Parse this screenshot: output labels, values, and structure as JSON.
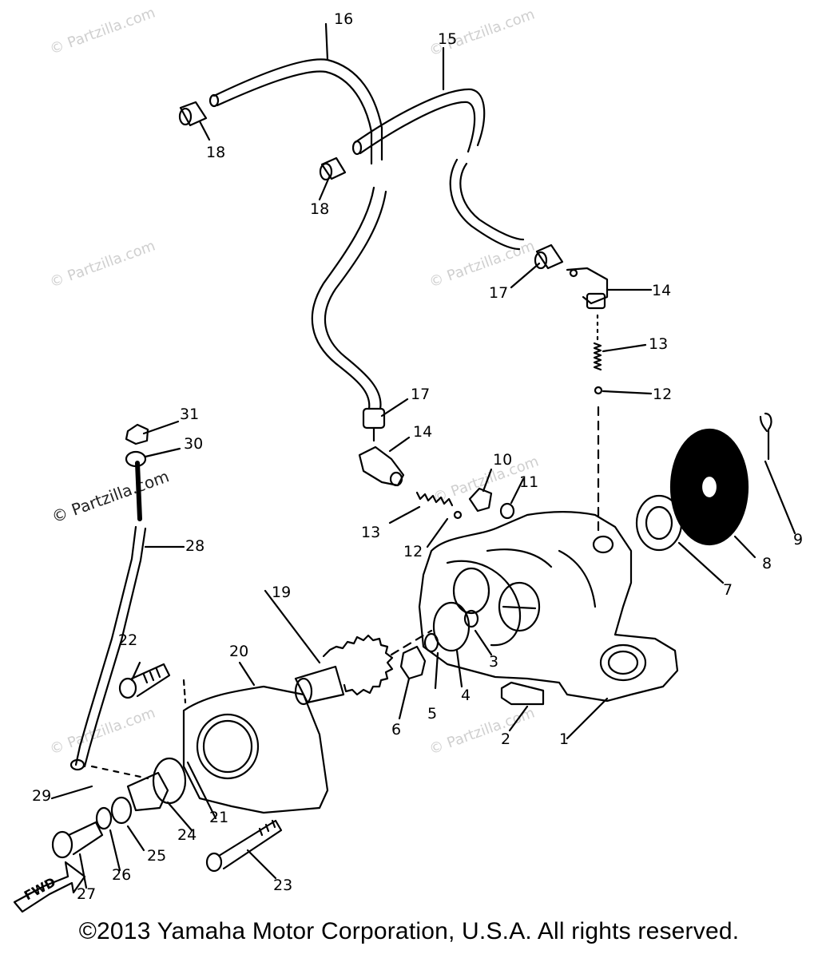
{
  "watermark": {
    "text": "© Partzilla.com",
    "prominent_text": "© Partzilla.com"
  },
  "fwd_label": "FWD",
  "copyright": "©2013  Yamaha Motor Corporation, U.S.A. All rights reserved.",
  "labels": {
    "l1": "1",
    "l2": "2",
    "l3": "3",
    "l4": "4",
    "l5": "5",
    "l6": "6",
    "l7": "7",
    "l8": "8",
    "l9": "9",
    "l10": "10",
    "l11": "11",
    "l12a": "12",
    "l12b": "12",
    "l13a": "13",
    "l13b": "13",
    "l14a": "14",
    "l14b": "14",
    "l15": "15",
    "l16": "16",
    "l17a": "17",
    "l17b": "17",
    "l18a": "18",
    "l18b": "18",
    "l19": "19",
    "l20": "20",
    "l21": "21",
    "l22": "22",
    "l23": "23",
    "l24": "24",
    "l25": "25",
    "l26": "26",
    "l27": "27",
    "l28": "28",
    "l29": "29",
    "l30": "30",
    "l31": "31"
  }
}
